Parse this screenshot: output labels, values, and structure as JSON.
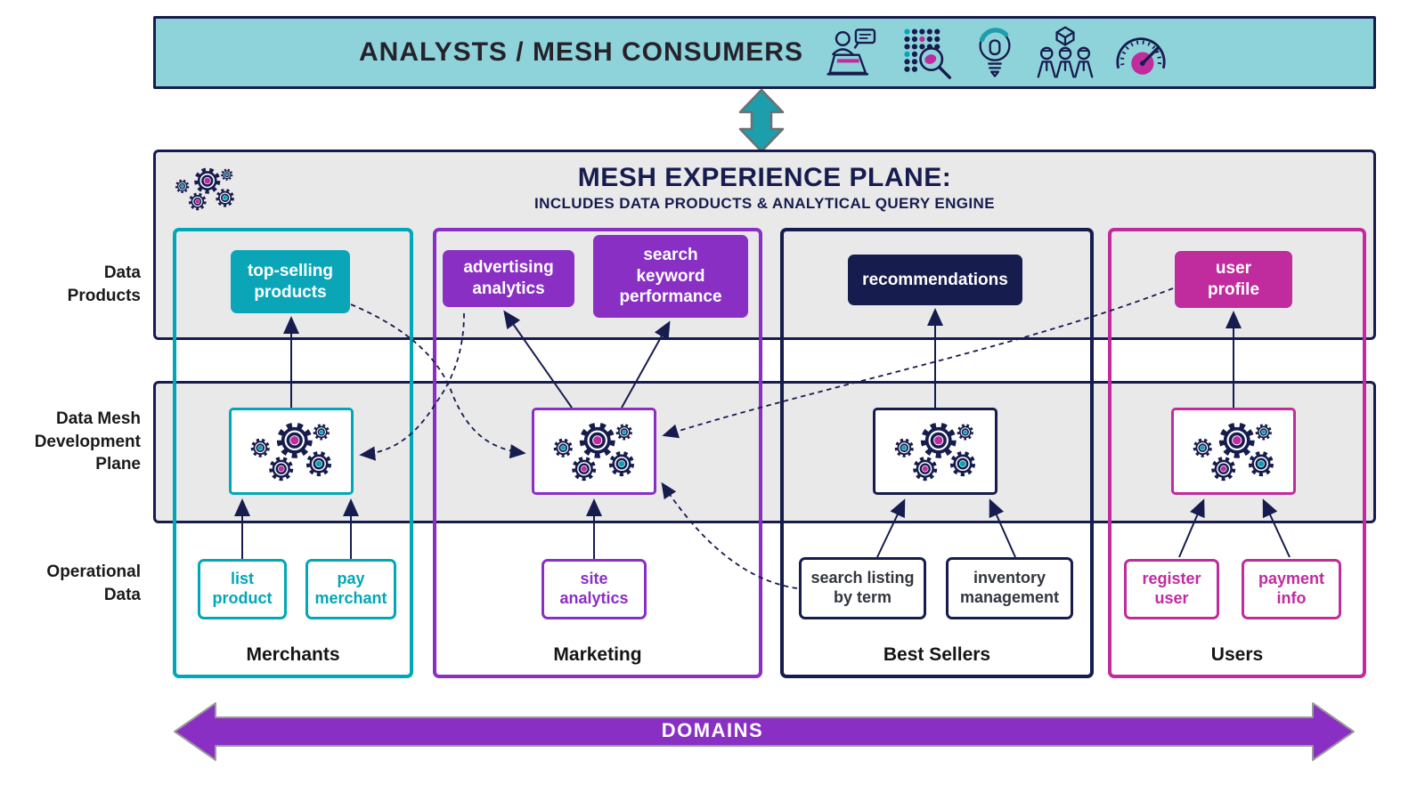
{
  "banner": {
    "title": "ANALYSTS / MESH CONSUMERS",
    "icons": [
      "analyst-laptop-icon",
      "data-search-icon",
      "idea-bulb-icon",
      "team-cube-icon",
      "gauge-icon"
    ]
  },
  "mesh_plane": {
    "title": "MESH EXPERIENCE PLANE:",
    "subtitle": "INCLUDES DATA PRODUCTS & ANALYTICAL QUERY ENGINE"
  },
  "row_labels": {
    "data_products": "Data\nProducts",
    "dev_plane": "Data Mesh\nDevelopment\nPlane",
    "operational": "Operational\nData"
  },
  "columns": [
    {
      "id": "merchants",
      "label": "Merchants",
      "color": "#00a7b7",
      "data_products": [
        {
          "label": "top-selling\nproducts"
        }
      ],
      "operational": [
        {
          "label": "list\nproduct"
        },
        {
          "label": "pay\nmerchant"
        }
      ]
    },
    {
      "id": "marketing",
      "label": "Marketing",
      "color": "#8a2fc4",
      "data_products": [
        {
          "label": "advertising\nanalytics"
        },
        {
          "label": "search\nkeyword\nperformance"
        }
      ],
      "operational": [
        {
          "label": "site\nanalytics"
        }
      ]
    },
    {
      "id": "best_sellers",
      "label": "Best Sellers",
      "color": "#161c4e",
      "data_products": [
        {
          "label": "recommendations"
        }
      ],
      "operational": [
        {
          "label": "search listing\nby term"
        },
        {
          "label": "inventory\nmanagement"
        }
      ]
    },
    {
      "id": "users",
      "label": "Users",
      "color": "#c02b9e",
      "data_products": [
        {
          "label": "user\nprofile"
        }
      ],
      "operational": [
        {
          "label": "register\nuser"
        },
        {
          "label": "payment\ninfo"
        }
      ]
    }
  ],
  "dashed_links": [
    {
      "from": "top-selling products",
      "to": "marketing dev plane"
    },
    {
      "from": "advertising analytics",
      "to": "merchants dev plane"
    },
    {
      "from": "user profile",
      "to": "marketing dev plane"
    },
    {
      "from": "search listing by term",
      "to": "marketing dev plane"
    }
  ],
  "domains_arrow": {
    "label": "DOMAINS"
  },
  "colors": {
    "navy": "#161c4e",
    "teal": "#00a7b7",
    "purple": "#8a2fc4",
    "magenta": "#c02b9e",
    "banner_background": "#8fd3da",
    "plane_background": "#e9e9ea",
    "connector_teal": "#1d9eab"
  }
}
